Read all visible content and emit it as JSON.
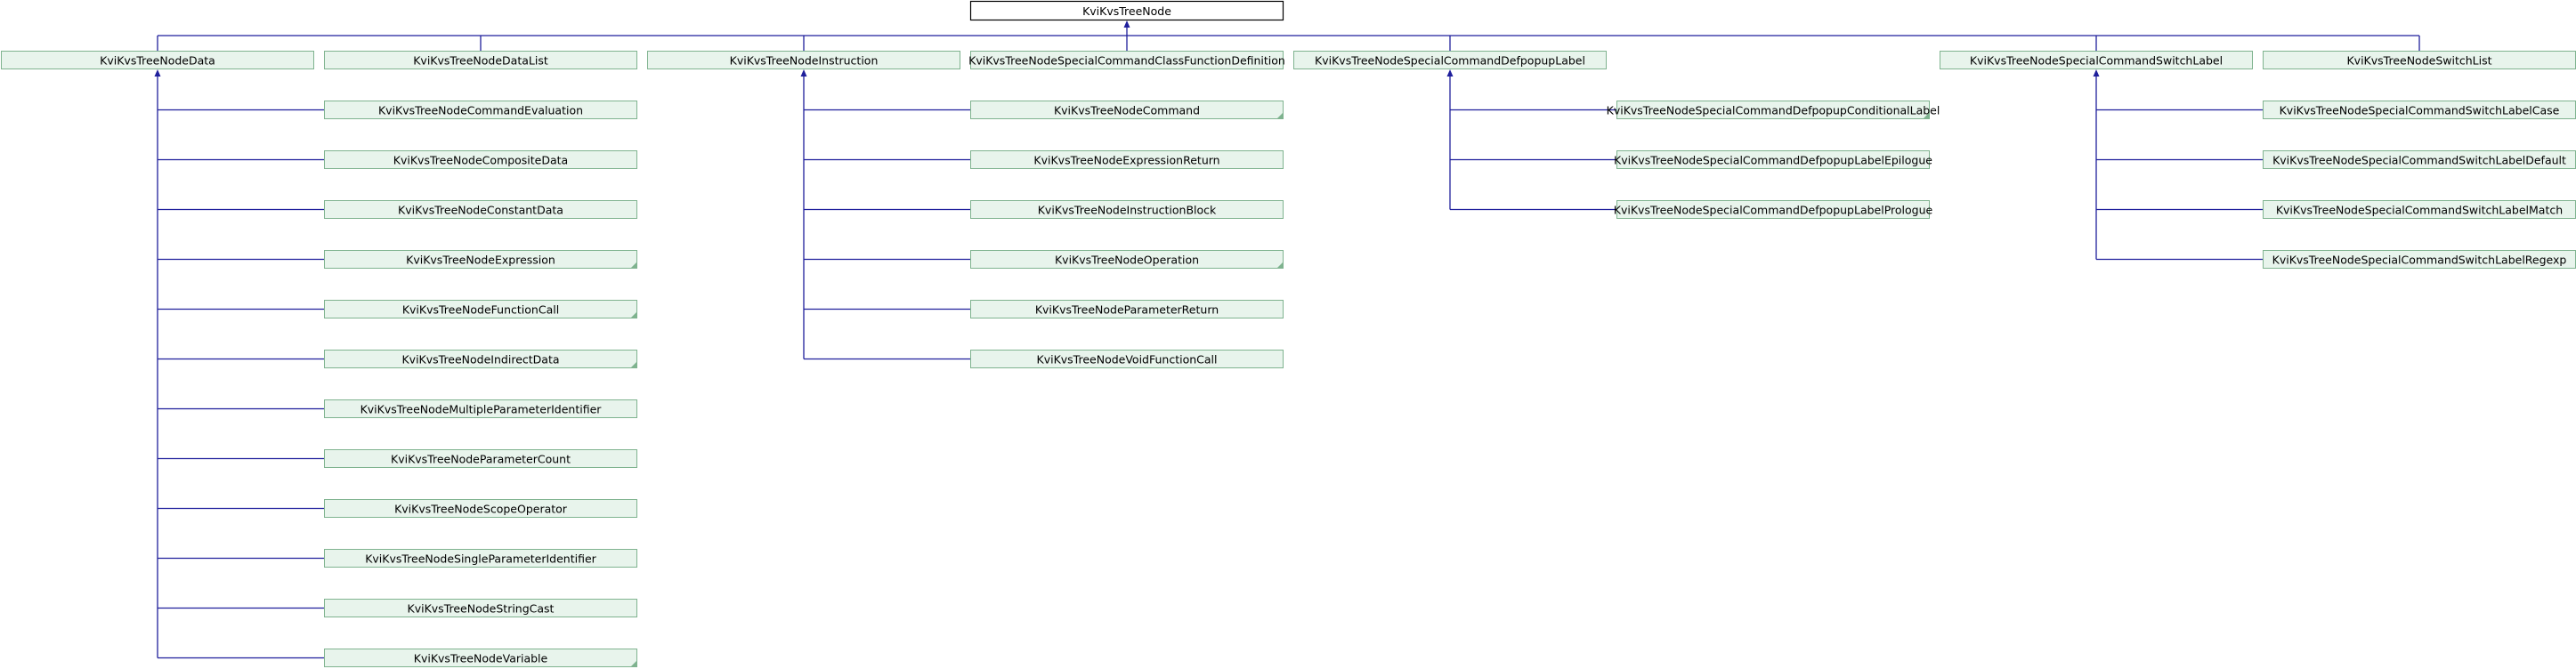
{
  "diagram": {
    "colors": {
      "node_fill": "#e8f4ec",
      "node_border": "#7fb38f",
      "root_fill": "#ffffff",
      "root_border": "#000000",
      "edge": "#1f1f9c"
    },
    "root": {
      "label": "KviKvsTreeNode"
    },
    "groups": [
      {
        "label": "KviKvsTreeNodeData",
        "children": [
          {
            "label": "KviKvsTreeNodeCommandEvaluation",
            "fold": false
          },
          {
            "label": "KviKvsTreeNodeCompositeData",
            "fold": false
          },
          {
            "label": "KviKvsTreeNodeConstantData",
            "fold": false
          },
          {
            "label": "KviKvsTreeNodeExpression",
            "fold": true
          },
          {
            "label": "KviKvsTreeNodeFunctionCall",
            "fold": true
          },
          {
            "label": "KviKvsTreeNodeIndirectData",
            "fold": true
          },
          {
            "label": "KviKvsTreeNodeMultipleParameterIdentifier",
            "fold": false
          },
          {
            "label": "KviKvsTreeNodeParameterCount",
            "fold": false
          },
          {
            "label": "KviKvsTreeNodeScopeOperator",
            "fold": false
          },
          {
            "label": "KviKvsTreeNodeSingleParameterIdentifier",
            "fold": false
          },
          {
            "label": "KviKvsTreeNodeStringCast",
            "fold": false
          },
          {
            "label": "KviKvsTreeNodeVariable",
            "fold": true
          }
        ]
      },
      {
        "label": "KviKvsTreeNodeDataList",
        "children": []
      },
      {
        "label": "KviKvsTreeNodeInstruction",
        "children": [
          {
            "label": "KviKvsTreeNodeCommand",
            "fold": true
          },
          {
            "label": "KviKvsTreeNodeExpressionReturn",
            "fold": false
          },
          {
            "label": "KviKvsTreeNodeInstructionBlock",
            "fold": false
          },
          {
            "label": "KviKvsTreeNodeOperation",
            "fold": true
          },
          {
            "label": "KviKvsTreeNodeParameterReturn",
            "fold": false
          },
          {
            "label": "KviKvsTreeNodeVoidFunctionCall",
            "fold": false
          }
        ]
      },
      {
        "label": "KviKvsTreeNodeSpecialCommandClassFunctionDefinition",
        "children": []
      },
      {
        "label": "KviKvsTreeNodeSpecialCommandDefpopupLabel",
        "children": [
          {
            "label": "KviKvsTreeNodeSpecialCommandDefpopupConditionalLabel",
            "fold": true
          },
          {
            "label": "KviKvsTreeNodeSpecialCommandDefpopupLabelEpilogue",
            "fold": false
          },
          {
            "label": "KviKvsTreeNodeSpecialCommandDefpopupLabelPrologue",
            "fold": false
          }
        ]
      },
      {
        "label": "KviKvsTreeNodeSpecialCommandSwitchLabel",
        "children": [
          {
            "label": "KviKvsTreeNodeSpecialCommandSwitchLabelCase",
            "fold": false
          },
          {
            "label": "KviKvsTreeNodeSpecialCommandSwitchLabelDefault",
            "fold": false
          },
          {
            "label": "KviKvsTreeNodeSpecialCommandSwitchLabelMatch",
            "fold": false
          },
          {
            "label": "KviKvsTreeNodeSpecialCommandSwitchLabelRegexp",
            "fold": false
          }
        ]
      },
      {
        "label": "KviKvsTreeNodeSwitchList",
        "children": []
      }
    ]
  }
}
